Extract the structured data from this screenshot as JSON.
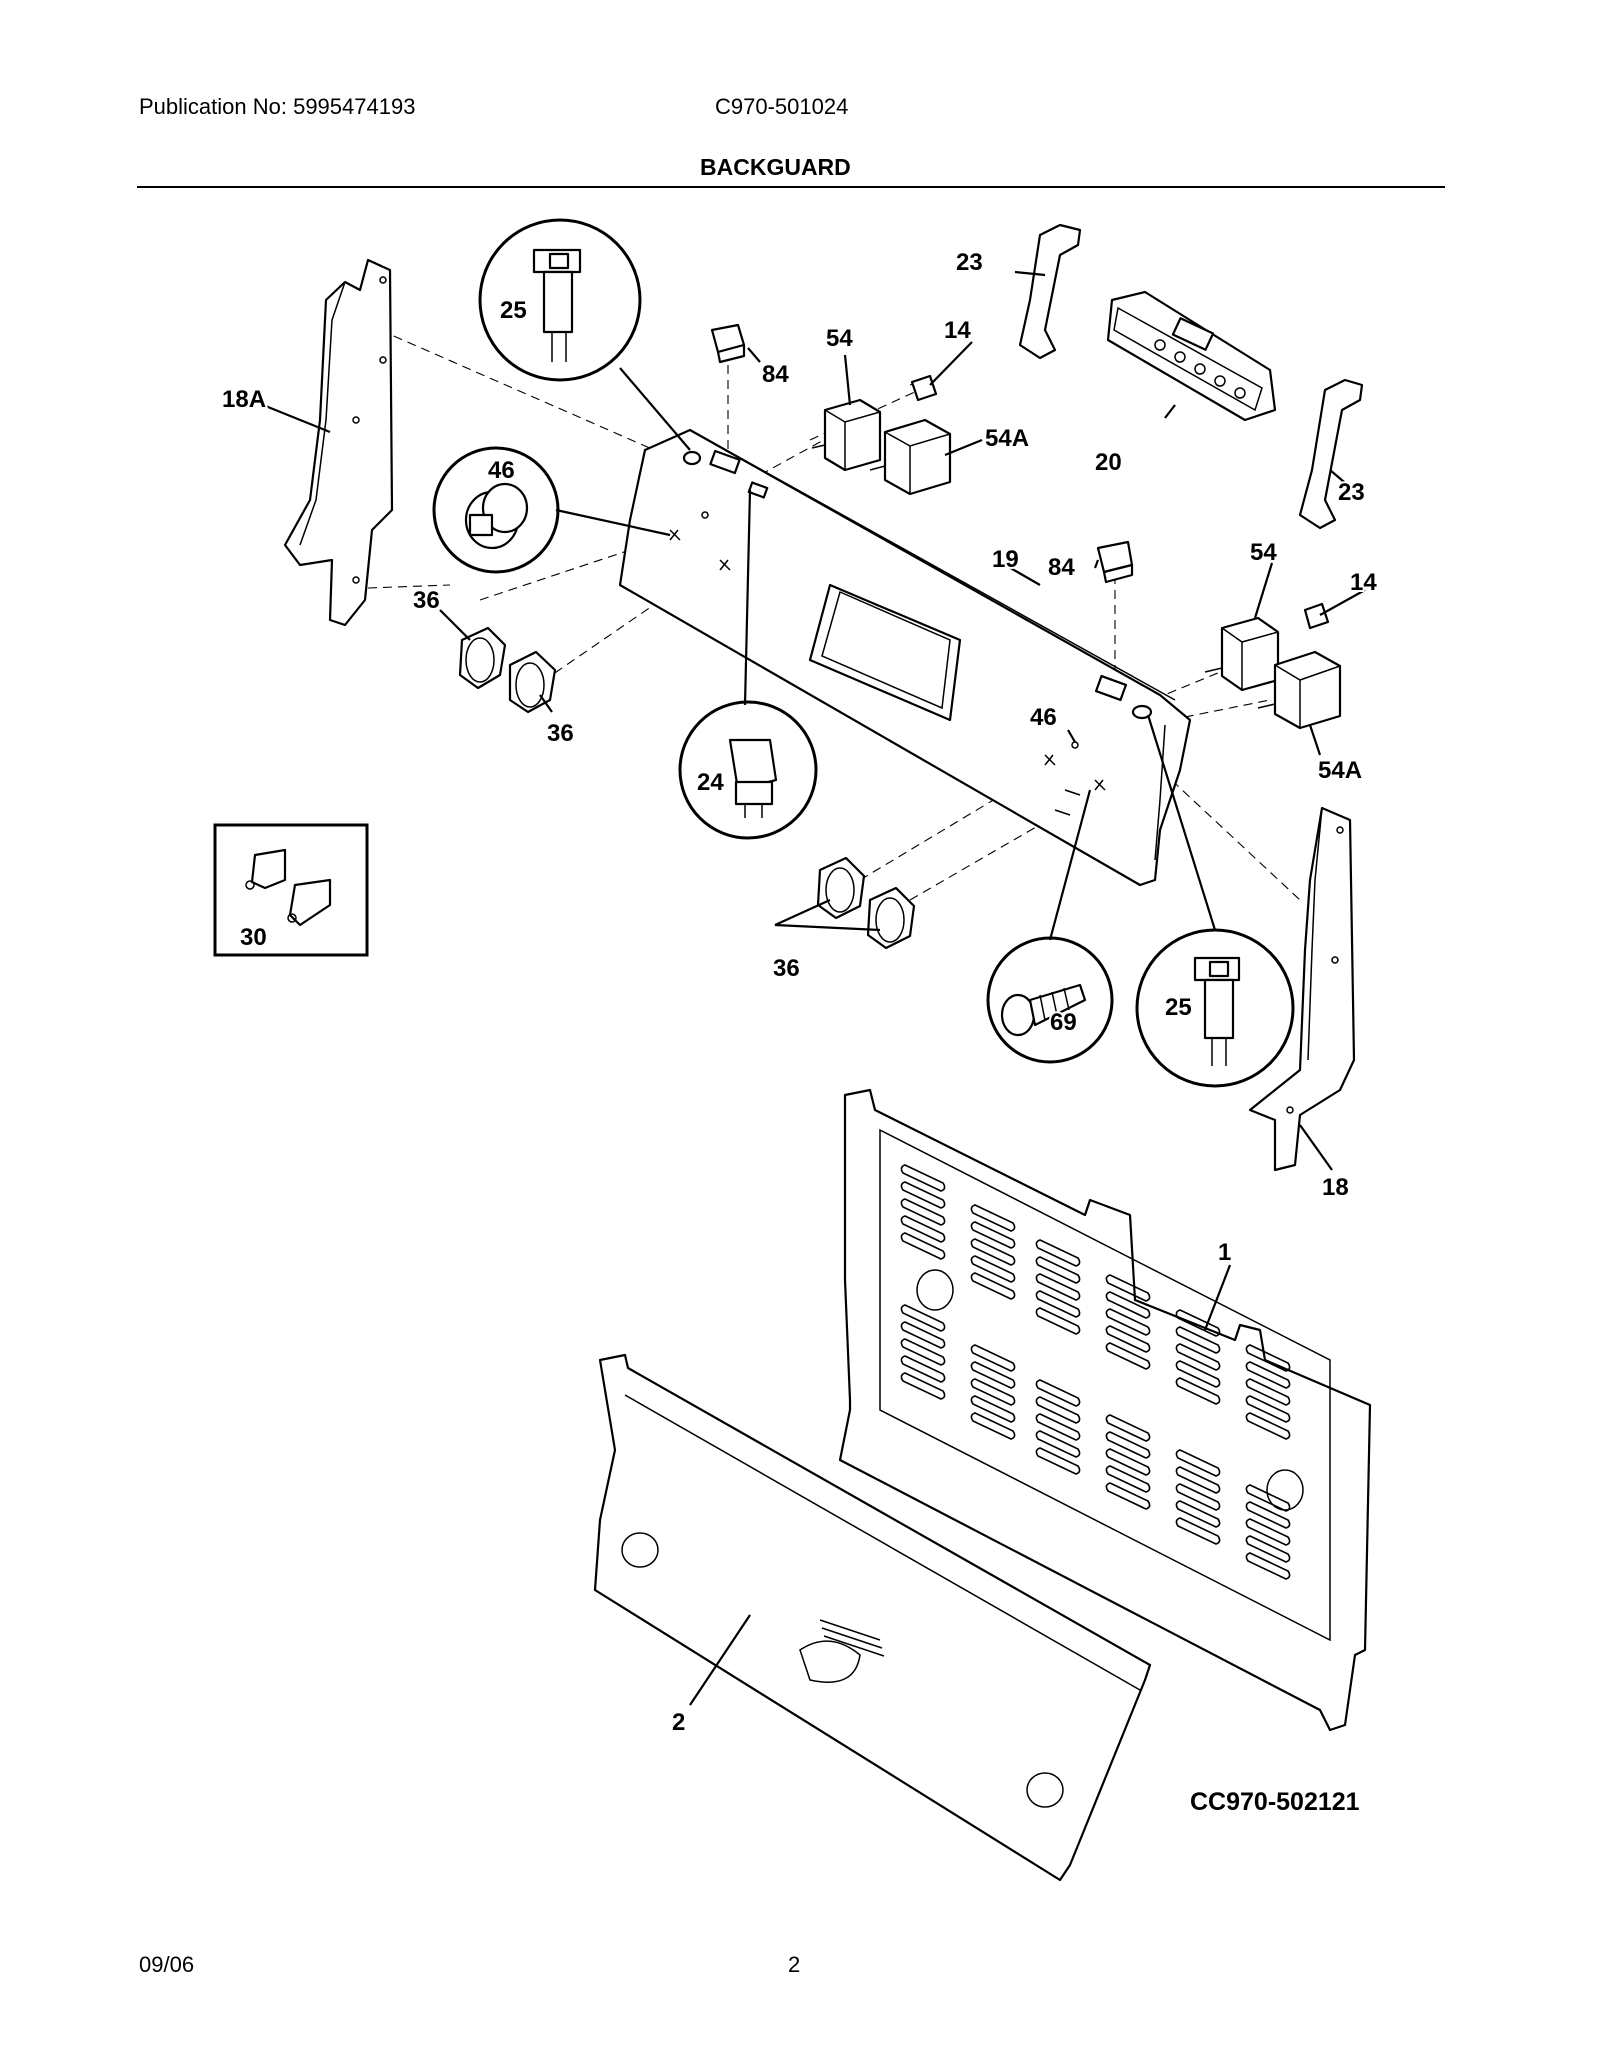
{
  "header": {
    "publication": "Publication No: 5995474193",
    "model": "C970-501024",
    "title": "BACKGUARD"
  },
  "callouts": {
    "c18A": "18A",
    "c25a": "25",
    "c84a": "84",
    "c54a": "54",
    "c14a": "14",
    "c23a": "23",
    "c54Aa": "54A",
    "c20": "20",
    "c23b": "23",
    "c46a": "46",
    "c19": "19",
    "c84b": "84",
    "c54b": "54",
    "c14b": "14",
    "c36a": "36",
    "c36b": "36",
    "c46b": "46",
    "c54Ab": "54A",
    "c24": "24",
    "c30": "30",
    "c36c": "36",
    "c69": "69",
    "c25b": "25",
    "c18": "18",
    "c1": "1",
    "c2": "2"
  },
  "diagram_code": "CC970-502121",
  "footer": {
    "date": "09/06",
    "page": "2"
  }
}
